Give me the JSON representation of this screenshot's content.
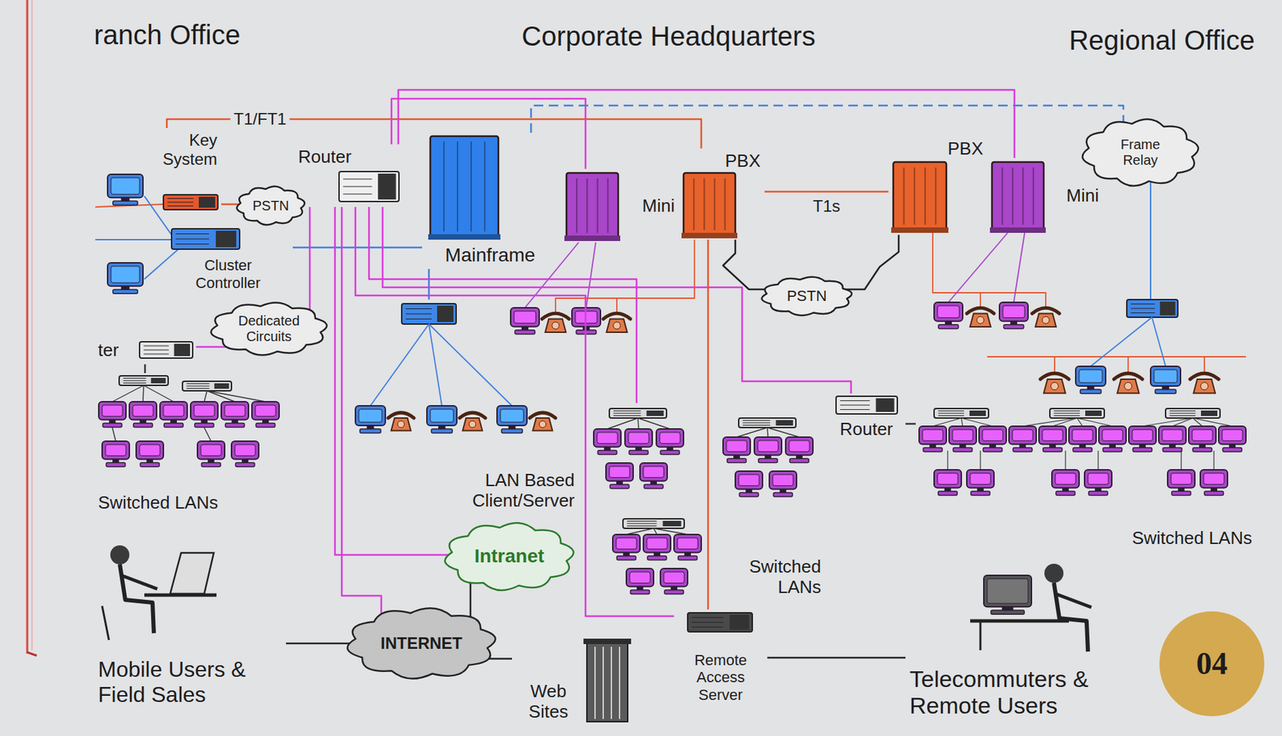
{
  "diagram": {
    "nodes": [
      {
        "text": [
          "Key System"
        ]
      },
      {
        "text": [
          "PSTN"
        ]
      },
      {
        "text": [
          "Router"
        ]
      },
      {
        "text": [
          "Cluster Controller"
        ]
      },
      {
        "text": [
          "Mainframe"
        ]
      },
      {
        "text": [
          "Mini"
        ]
      },
      {
        "text": [
          "PBX"
        ]
      },
      {
        "text": [
          "PSTN"
        ]
      },
      {
        "text": [
          "PBX"
        ]
      },
      {
        "text": [
          "Mini"
        ]
      },
      {
        "text": [
          "Frame Relay"
        ]
      },
      {
        "text": [
          "Dedicated Circuits"
        ]
      },
      {
        "text": [
          "ter"
        ]
      },
      {
        "text": [
          "Switched LANs"
        ]
      },
      {
        "text": [
          "LAN Based Client/Server"
        ]
      },
      {
        "text": [
          "Switched LANs"
        ]
      },
      {
        "text": [
          "Router"
        ]
      },
      {
        "text": [
          "Switched LANs"
        ]
      },
      {
        "text": [
          "Intranet"
        ]
      },
      {
        "text": [
          "INTERNET"
        ]
      },
      {
        "text": [
          "Web Sites"
        ]
      },
      {
        "text": [
          "Remote Access Server"
        ]
      },
      {
        "text": [
          "Mobile Users & Field Sales"
        ]
      },
      {
        "text": [
          "Telecommuters & Remote Users"
        ]
      },
      {
        "text": [
          "04"
        ]
      }
    ],
    "edges": [
      {
        "from": 0,
        "to": 6,
        "label": "T1/FT1",
        "arrow": "none"
      },
      {
        "from": 0,
        "to": 1,
        "arrow": "none"
      },
      {
        "from": 3,
        "to": 4,
        "arrow": "none"
      },
      {
        "from": 2,
        "to": 5,
        "arrow": "none"
      },
      {
        "from": 2,
        "to": 9,
        "arrow": "none"
      },
      {
        "from": 4,
        "to": 10,
        "arrow": "none"
      },
      {
        "from": 2,
        "to": 11,
        "arrow": "none"
      },
      {
        "from": 11,
        "to": 12,
        "arrow": "none"
      },
      {
        "from": 12,
        "to": 13,
        "arrow": "none"
      },
      {
        "from": 4,
        "to": 14,
        "arrow": "none"
      },
      {
        "from": 2,
        "to": 15,
        "arrow": "none"
      },
      {
        "from": 2,
        "to": 16,
        "arrow": "none"
      },
      {
        "from": 2,
        "to": 18,
        "arrow": "none"
      },
      {
        "from": 2,
        "to": 19,
        "arrow": "none"
      },
      {
        "from": 2,
        "to": 21,
        "arrow": "none"
      },
      {
        "from": 6,
        "to": 8,
        "label": "T1s",
        "arrow": "none"
      },
      {
        "from": 6,
        "to": 7,
        "arrow": "none"
      },
      {
        "from": 8,
        "to": 7,
        "arrow": "none"
      },
      {
        "from": 6,
        "to": 21,
        "arrow": "none"
      },
      {
        "from": 16,
        "to": 17,
        "arrow": "none"
      },
      {
        "from": 19,
        "to": 22,
        "arrow": "none"
      },
      {
        "from": 19,
        "to": 20,
        "arrow": "none"
      },
      {
        "from": 21,
        "to": 23,
        "arrow": "none"
      },
      {
        "from": 18,
        "to": 19,
        "arrow": "none"
      }
    ],
    "labels": [
      "ranch Office",
      "Corporate Headquarters",
      "Regional Office"
    ]
  }
}
